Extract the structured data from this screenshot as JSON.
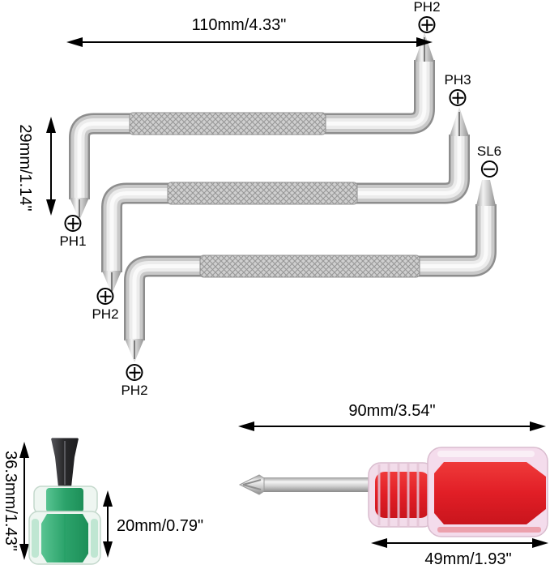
{
  "title": "screwdriver-set-dimension-diagram",
  "offset_screwdrivers": [
    {
      "top_tip": "PH2",
      "bottom_tip": "PH1"
    },
    {
      "top_tip": "PH3",
      "bottom_tip": "PH2"
    },
    {
      "top_tip": "SL6",
      "bottom_tip": "PH2"
    }
  ],
  "labels": {
    "t1_top": "PH2",
    "t2_top": "PH3",
    "t3_top": "SL6",
    "t1_bottom": "PH1",
    "t2_bottom": "PH2",
    "t3_bottom": "PH2"
  },
  "dims": {
    "offset_length": "110mm/4.33\"",
    "offset_drop": "29mm/1.14\"",
    "red_total_length": "90mm/3.54\"",
    "green_total_height": "36.3mm/1.43\"",
    "green_handle_height": "20mm/0.79\"",
    "red_handle_length": "49mm/1.93\""
  },
  "icons": {
    "phillips": "circle-plus-icon",
    "slotted": "circle-minus-icon"
  },
  "colors": {
    "background": "#ffffff",
    "annotation": "#000000",
    "metal_dark": "#8d8d8d",
    "metal_mid": "#c9c9c9",
    "metal_light": "#f5f5f5",
    "handle_green": "#2ca36b",
    "handle_red": "#e11e26",
    "blade_dark": "#2a2a2c"
  }
}
